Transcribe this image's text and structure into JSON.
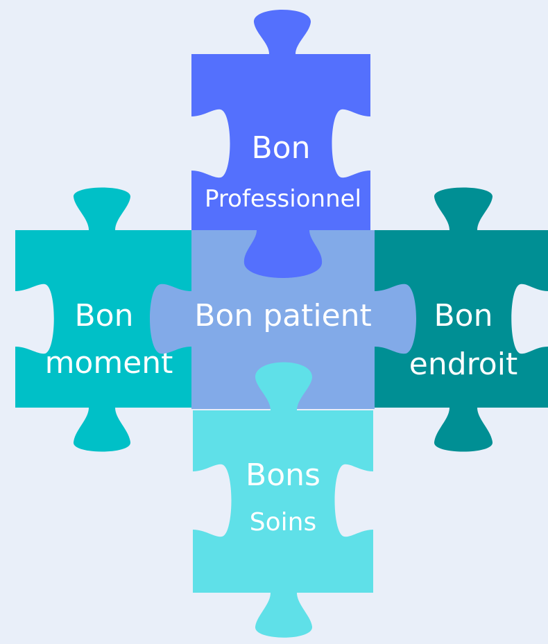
{
  "background": "#e9eff9",
  "pieces": {
    "top": {
      "lines": [
        "Bon",
        "Professionnel"
      ],
      "color": "#5470fd"
    },
    "left": {
      "lines": [
        "Bon",
        "moment"
      ],
      "color": "#00c0c7"
    },
    "center": {
      "lines": [
        "Bon patient"
      ],
      "color": "#82aae8"
    },
    "right": {
      "lines": [
        "Bon",
        "endroit"
      ],
      "color": "#008f94"
    },
    "bottom": {
      "lines": [
        "Bons",
        "Soins"
      ],
      "color": "#5fe0e8"
    }
  }
}
